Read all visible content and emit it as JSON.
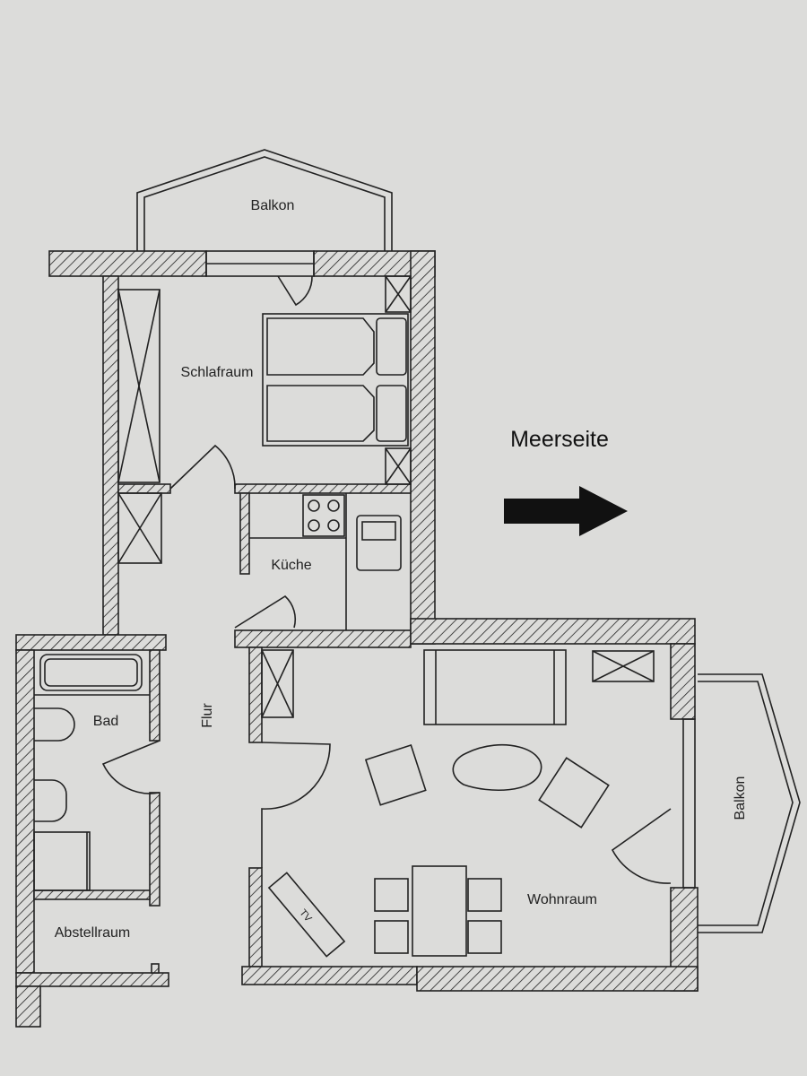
{
  "plan": {
    "rooms": {
      "balcony_top": "Balkon",
      "bedroom": "Schlafraum",
      "kitchen": "Küche",
      "bathroom": "Bad",
      "hallway": "Flur",
      "storage": "Abstellraum",
      "living": "Wohnraum",
      "balcony_right": "Balkon"
    },
    "tv_label": "TV",
    "orientation_label": "Meerseite"
  },
  "colors": {
    "paper": "#dcdcda",
    "ink": "#222222"
  }
}
